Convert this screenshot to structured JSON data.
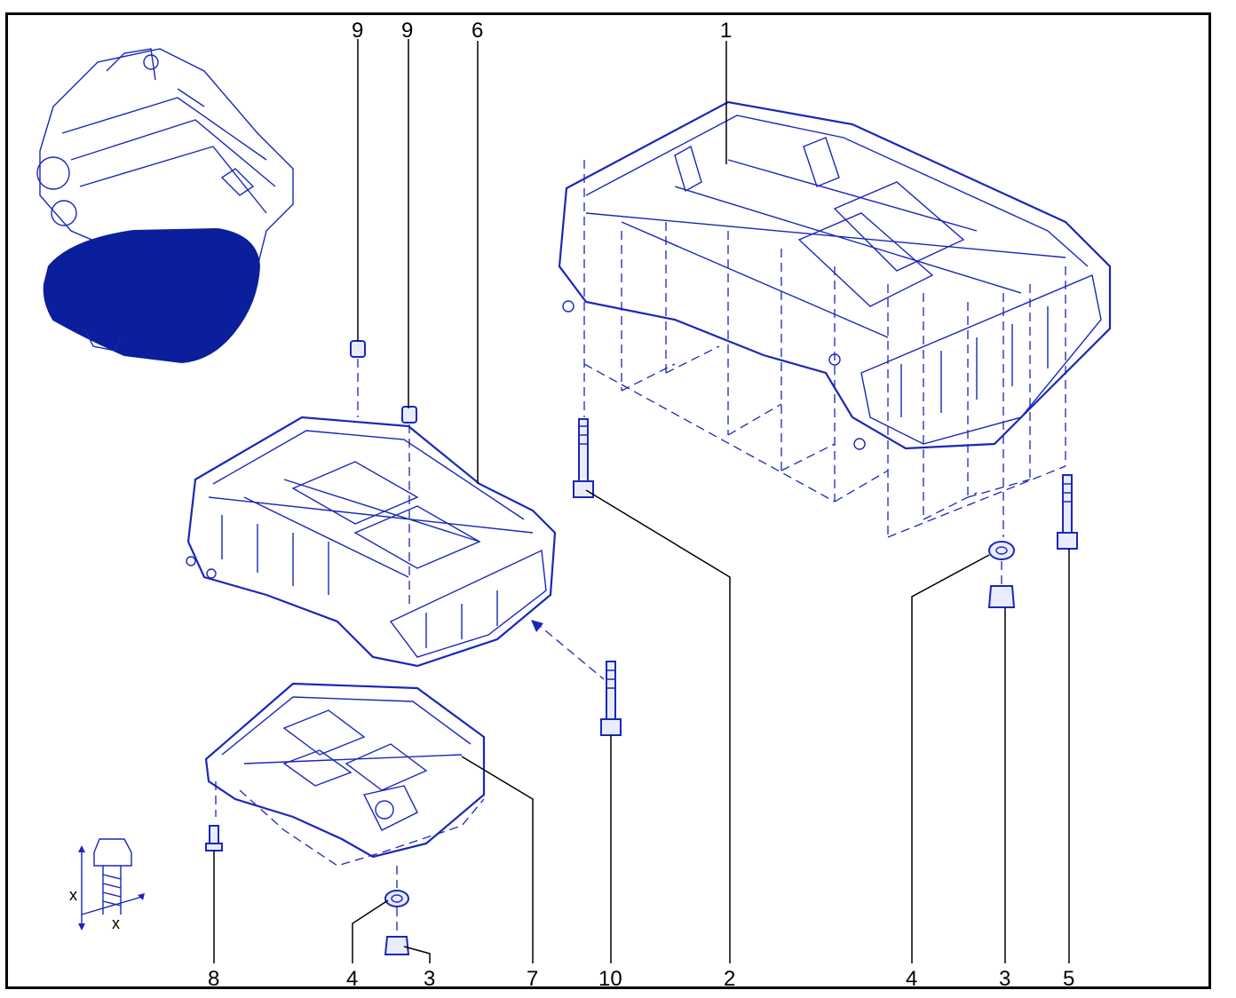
{
  "callouts": {
    "c9a": "9",
    "c9b": "9",
    "c6": "6",
    "c1": "1",
    "c8": "8",
    "c4a": "4",
    "c3a": "3",
    "c7": "7",
    "c10": "10",
    "c2": "2",
    "c4b": "4",
    "c3b": "3",
    "c5": "5"
  },
  "torque_symbol": {
    "x1": "x",
    "x2": "x"
  },
  "colors": {
    "line": "#1a27b8",
    "engine_fill": "#0b1f9c",
    "text": "#000000"
  }
}
